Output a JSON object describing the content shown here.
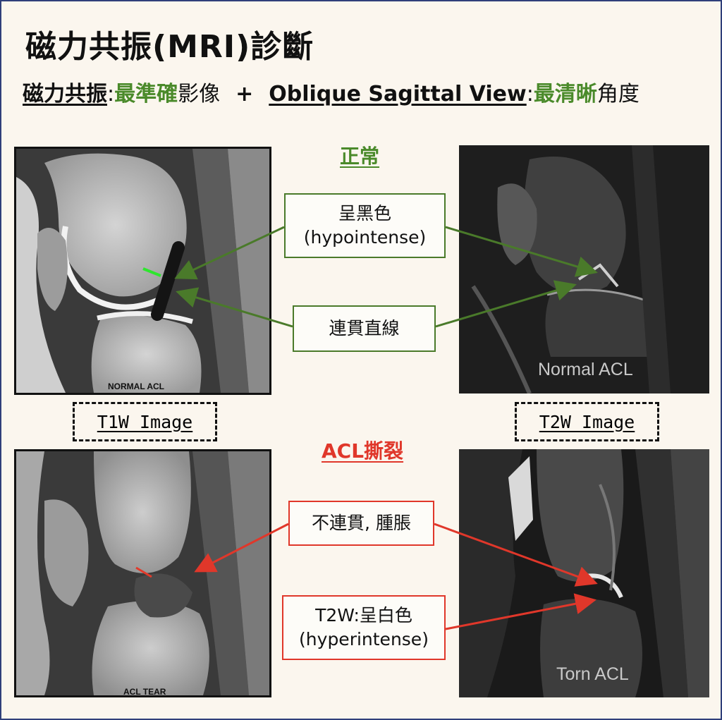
{
  "title": "磁力共振(MRI)診斷",
  "subtitle": {
    "part1_label": "磁力共振",
    "part1_sep": ":",
    "part1_highlight": "最準確",
    "part1_rest": "影像",
    "plus": "+",
    "part2_label": "Oblique Sagittal View",
    "part2_sep": ":",
    "part2_highlight": "最清晰",
    "part2_rest": "角度"
  },
  "sections": {
    "normal_heading": "正常",
    "tear_heading": "ACL撕裂"
  },
  "image_labels": {
    "t1w": "T1W Image",
    "t2w": "T2W Image"
  },
  "captions": {
    "t1_normal": "NORMAL ACL",
    "t2_normal": "Normal ACL",
    "t1_tear": "ACL TEAR",
    "t2_tear": "Torn ACL"
  },
  "callouts": {
    "hypointense_line1": "呈黑色",
    "hypointense_line2": "(hypointense)",
    "continuous": "連貫直線",
    "discontinuous": "不連貫, 腫脹",
    "hyperintense_line1": "T2W:呈白色",
    "hyperintense_line2": "(hyperintense)"
  },
  "colors": {
    "normal_accent": "#4a8a2a",
    "tear_accent": "#e0372a",
    "background": "#fbf6ee"
  }
}
